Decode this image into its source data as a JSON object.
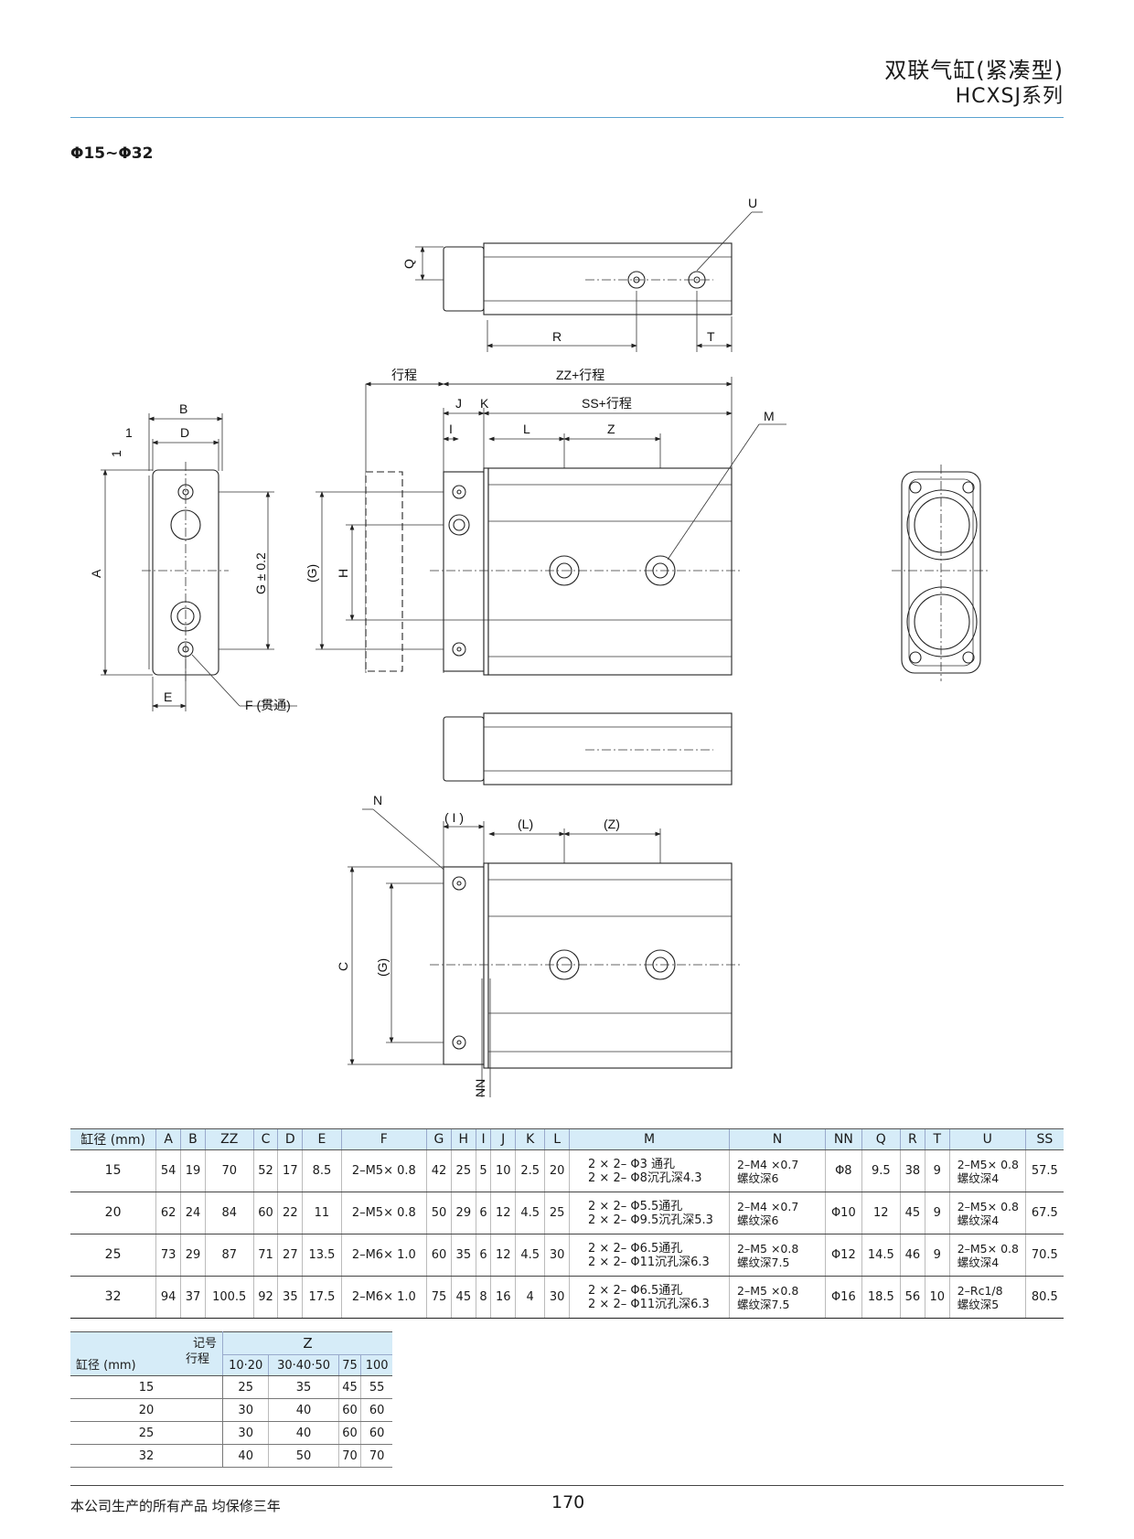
{
  "header": {
    "title_cn": "双联气缸(紧凑型)",
    "title_series": "HCXSJ系列"
  },
  "section_label": "Φ15~Φ32",
  "drawing_labels": {
    "U": "U",
    "Q": "Q",
    "R": "R",
    "T": "T",
    "stroke": "行程",
    "ZZ": "ZZ+行程",
    "SS": "SS+行程",
    "J": "J",
    "K": "K",
    "I": "I",
    "L": "L",
    "Z": "Z",
    "M": "M",
    "B": "B",
    "D": "D",
    "one": "1",
    "A": "A",
    "G": "G ± 0.2",
    "Gp": "(G)",
    "H": "H",
    "E": "E",
    "F": "F (贯通)",
    "N": "N",
    "Ip": "( I )",
    "Lp": "(L)",
    "Zp": "(Z)",
    "C": "C",
    "NN": "NN"
  },
  "spec_table": {
    "headers": [
      "缸径 (mm)",
      "A",
      "B",
      "ZZ",
      "C",
      "D",
      "E",
      "F",
      "G",
      "H",
      "I",
      "J",
      "K",
      "L",
      "M",
      "N",
      "NN",
      "Q",
      "R",
      "T",
      "U",
      "SS"
    ],
    "rows": [
      [
        "15",
        "54",
        "19",
        "70",
        "52",
        "17",
        "8.5",
        "2–M5× 0.8",
        "42",
        "25",
        "5",
        "10",
        "2.5",
        "20",
        "2 × 2– Φ3 通孔",
        "2 × 2– Φ8沉孔深4.3",
        "2–M4 ×0.7",
        "螺纹深6",
        "Φ8",
        "9.5",
        "38",
        "9",
        "2–M5× 0.8",
        "螺纹深4",
        "57.5"
      ],
      [
        "20",
        "62",
        "24",
        "84",
        "60",
        "22",
        "11",
        "2–M5× 0.8",
        "50",
        "29",
        "6",
        "12",
        "4.5",
        "25",
        "2 × 2– Φ5.5通孔",
        "2 × 2– Φ9.5沉孔深5.3",
        "2–M4 ×0.7",
        "螺纹深6",
        "Φ10",
        "12",
        "45",
        "9",
        "2–M5× 0.8",
        "螺纹深4",
        "67.5"
      ],
      [
        "25",
        "73",
        "29",
        "87",
        "71",
        "27",
        "13.5",
        "2–M6× 1.0",
        "60",
        "35",
        "6",
        "12",
        "4.5",
        "30",
        "2 × 2– Φ6.5通孔",
        "2 × 2– Φ11沉孔深6.3",
        "2–M5 ×0.8",
        "螺纹深7.5",
        "Φ12",
        "14.5",
        "46",
        "9",
        "2–M5× 0.8",
        "螺纹深4",
        "70.5"
      ],
      [
        "32",
        "94",
        "37",
        "100.5",
        "92",
        "35",
        "17.5",
        "2–M6× 1.0",
        "75",
        "45",
        "8",
        "16",
        "4",
        "30",
        "2 × 2– Φ6.5通孔",
        "2 × 2– Φ11沉孔深6.3",
        "2–M5 ×0.8",
        "螺纹深7.5",
        "Φ16",
        "18.5",
        "56",
        "10",
        "2–Rc1/8",
        "螺纹深5",
        "80.5"
      ]
    ]
  },
  "z_table": {
    "corner_top": "记号",
    "corner_mid": "行程",
    "corner_bottom": "缸径 (mm)",
    "z_header": "Z",
    "stroke_cols": [
      "10·20",
      "30·40·50",
      "75",
      "100"
    ],
    "rows": [
      [
        "15",
        "25",
        "35",
        "45",
        "55"
      ],
      [
        "20",
        "30",
        "40",
        "60",
        "60"
      ],
      [
        "25",
        "30",
        "40",
        "60",
        "60"
      ],
      [
        "32",
        "40",
        "50",
        "70",
        "70"
      ]
    ]
  },
  "footer": {
    "warranty": "本公司生产的所有产品  均保修三年",
    "page_number": "170"
  }
}
